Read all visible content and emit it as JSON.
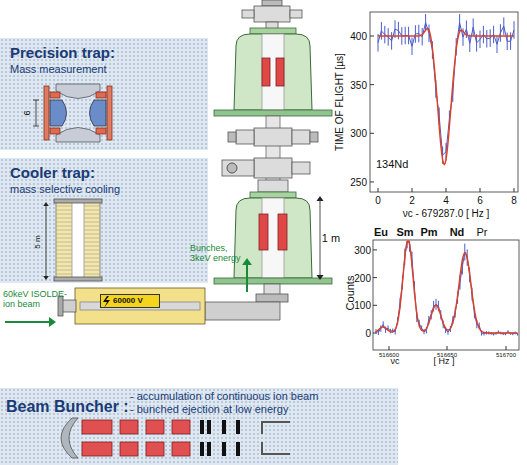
{
  "diagram": {
    "nodes": [
      {
        "text": [
          "Precision trap:",
          "Mass measurement"
        ]
      },
      {
        "text": [
          "Cooler trap:",
          "mass selective cooling"
        ]
      },
      {
        "text": [
          "Beam Buncher :",
          "- accumulation of continuous ion beam",
          "- bunched ejection at low energy"
        ]
      },
      {
        "text": [
          "60000 V"
        ]
      }
    ],
    "labels": [
      "60keV ISOLDE-ion beam",
      "Bunches, 3keV energy",
      "1 m",
      "6",
      "5 m",
      "TIME OF FLIGHT [µs]",
      "400",
      "350",
      "300",
      "250",
      "0",
      "2",
      "4",
      "6",
      "8",
      "νc - 679287.0 [ Hz ]",
      "134Nd",
      "Counts",
      "300",
      "200",
      "100",
      "0",
      "Eu",
      "Sm",
      "Pm",
      "Nd",
      "Pr",
      "νc",
      "[ Hz ]",
      "516600",
      "516650",
      "516700"
    ]
  }
}
